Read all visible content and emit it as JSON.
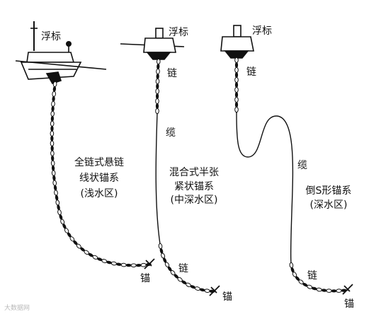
{
  "diagrams": [
    {
      "buoy_label": "浮标",
      "caption_lines": [
        "全链式悬链",
        "线状锚系",
        "(浅水区)"
      ],
      "anchor_label": "锚"
    },
    {
      "buoy_label": "浮标",
      "chain_label_top": "链",
      "cable_label": "缆",
      "chain_label_bottom": "链",
      "caption_lines": [
        "混合式半张",
        "紧状锚系",
        "(中深水区)"
      ],
      "anchor_label": "锚"
    },
    {
      "buoy_label": "浮标",
      "chain_label_top": "链",
      "cable_label": "缆",
      "chain_label_bottom": "链",
      "caption_lines": [
        "倒S形锚系",
        "(深水区)"
      ],
      "anchor_label": "锚"
    }
  ],
  "watermark": "大数据网"
}
